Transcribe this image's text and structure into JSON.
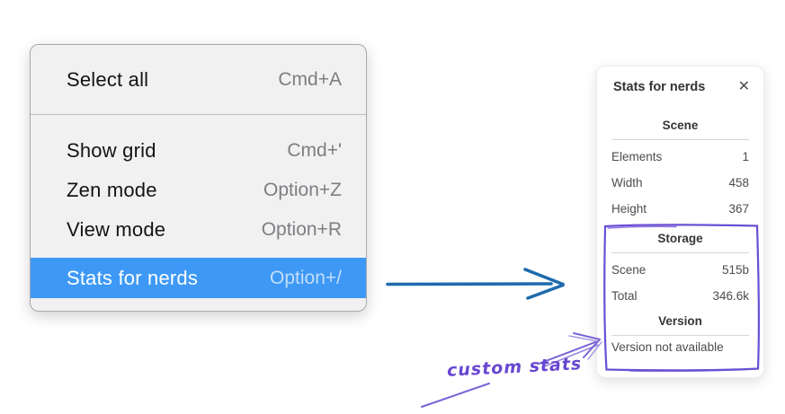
{
  "menu": {
    "items": [
      {
        "label": "Select all",
        "shortcut": "Cmd+A"
      },
      {
        "label": "Show grid",
        "shortcut": "Cmd+'"
      },
      {
        "label": "Zen mode",
        "shortcut": "Option+Z"
      },
      {
        "label": "View mode",
        "shortcut": "Option+R"
      },
      {
        "label": "Stats for nerds",
        "shortcut": "Option+/",
        "selected": true
      }
    ]
  },
  "panel": {
    "title": "Stats for nerds",
    "close_icon": "✕",
    "sections": [
      {
        "heading": "Scene",
        "rows": [
          {
            "label": "Elements",
            "value": "1"
          },
          {
            "label": "Width",
            "value": "458"
          },
          {
            "label": "Height",
            "value": "367"
          }
        ]
      },
      {
        "heading": "Storage",
        "rows": [
          {
            "label": "Scene",
            "value": "515b"
          },
          {
            "label": "Total",
            "value": "346.6k"
          }
        ]
      },
      {
        "heading": "Version",
        "rows": [],
        "note": "Version not available"
      }
    ]
  },
  "annotation": {
    "label": "custom stats"
  },
  "colors": {
    "menu_highlight": "#3d99f5",
    "menu_background": "#f1f1f2",
    "flow_arrow_blue": "#1d6bad",
    "annotation_purple": "#6a4fd4"
  }
}
